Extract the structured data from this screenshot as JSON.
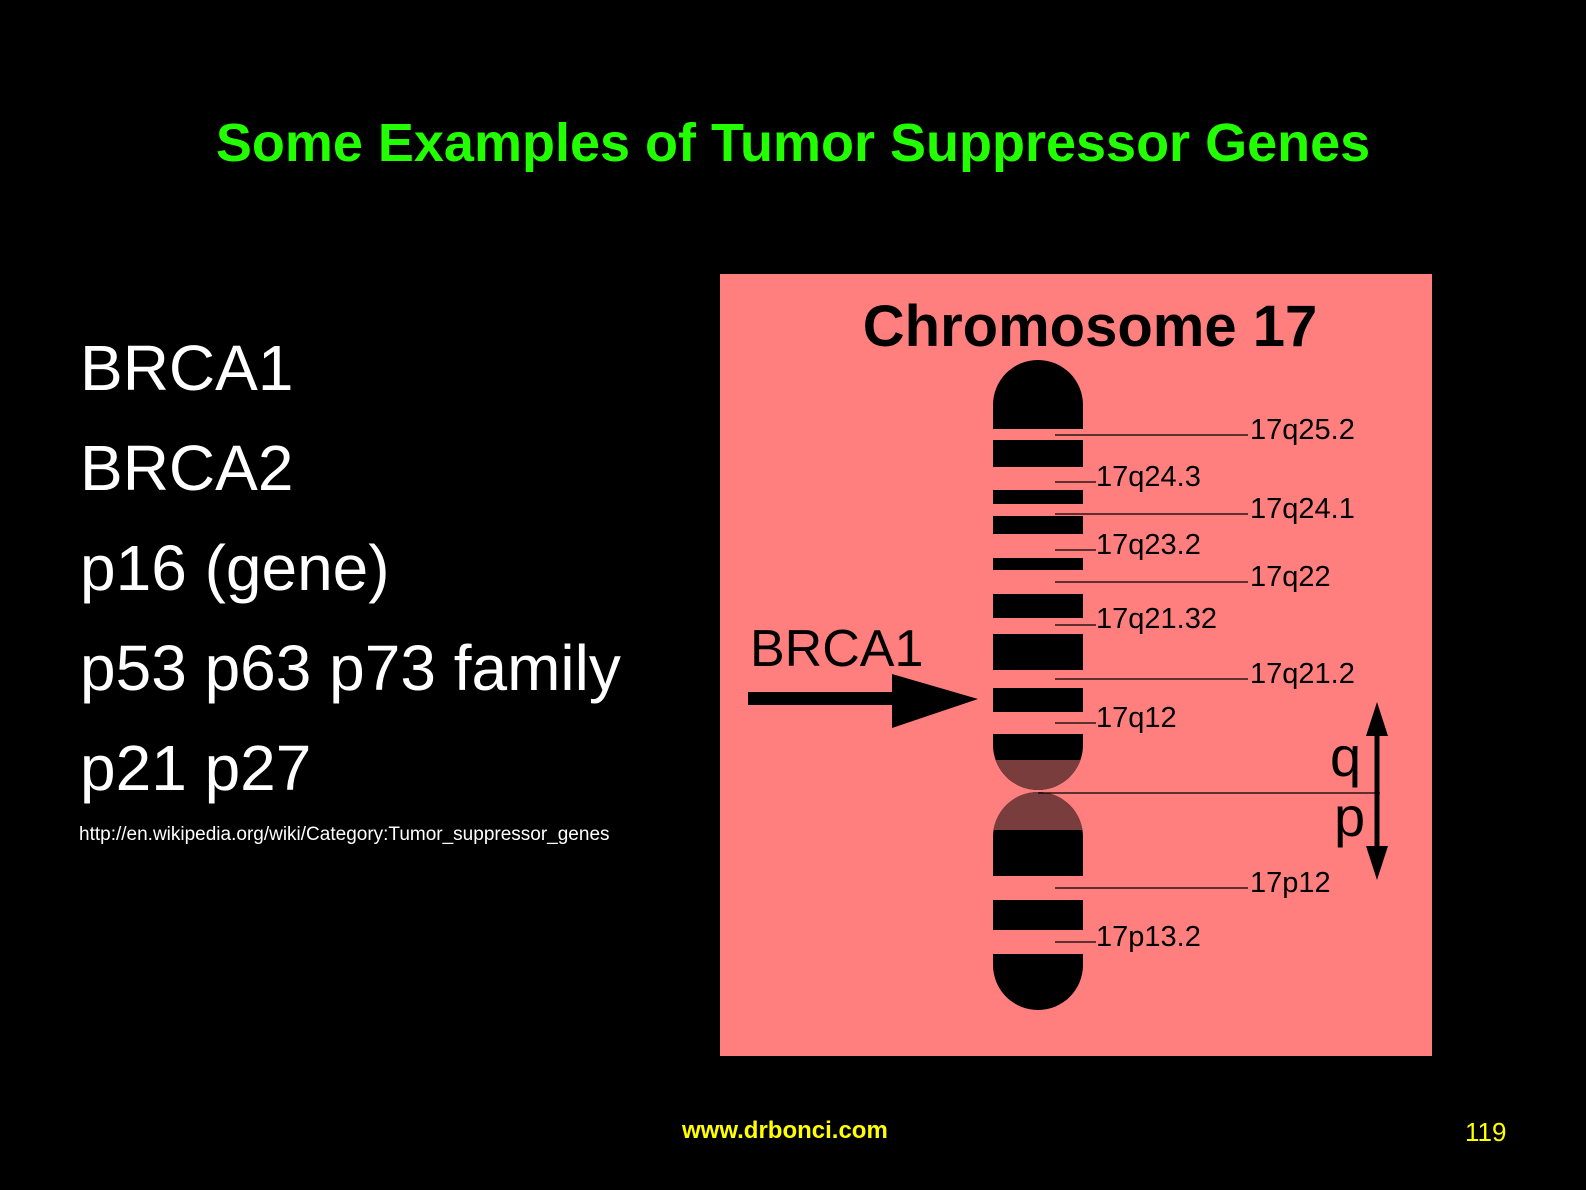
{
  "slide": {
    "title": "Some Examples of Tumor Suppressor Genes",
    "genes": [
      "BRCA1",
      "BRCA2",
      "p16 (gene)",
      "p53 p63 p73 family",
      "p21 p27"
    ],
    "source_url": "http://en.wikipedia.org/wiki/Category:Tumor_suppressor_genes",
    "footer_site": "www.drbonci.com",
    "page_number": "119"
  },
  "diagram": {
    "title": "Chromosome 17",
    "marker_label": "BRCA1",
    "arm_q": "q",
    "arm_p": "p",
    "bands": [
      "17q25.2",
      "17q24.3",
      "17q24.1",
      "17q23.2",
      "17q22",
      "17q21.32",
      "17q21.2",
      "17q12",
      "17p12",
      "17p13.2"
    ],
    "colors": {
      "panel": "#ff7f7f",
      "chromosome": "#000000",
      "centromere": "#7a3d3d",
      "title_text": "#000000"
    }
  }
}
